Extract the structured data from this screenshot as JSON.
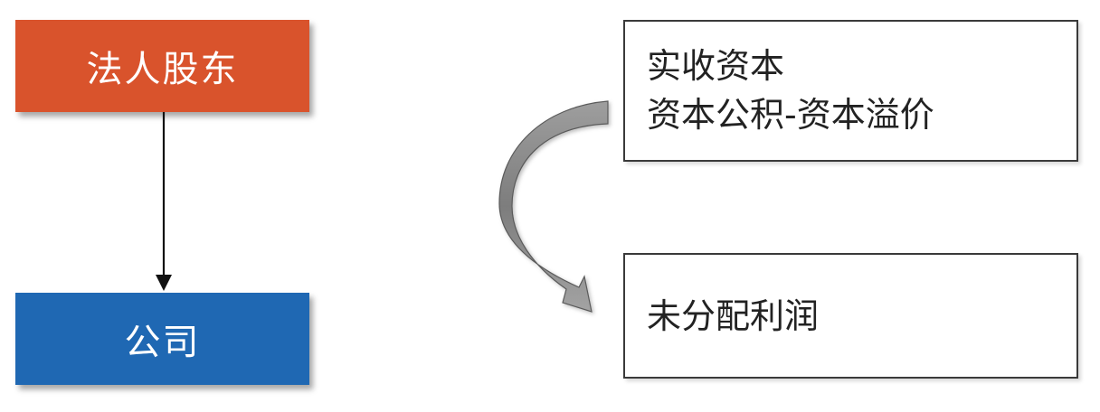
{
  "left_chart": {
    "shareholder": "法人股东",
    "company": "公司"
  },
  "right_chart": {
    "source_lines": [
      "实收资本",
      "资本公积-资本溢价"
    ],
    "target": "未分配利润"
  },
  "colors": {
    "shareholder_fill": "#d9532c",
    "company_fill": "#1f68b3",
    "arrow_fill": "#8c8c8c",
    "box_border": "#3a3a3a"
  }
}
